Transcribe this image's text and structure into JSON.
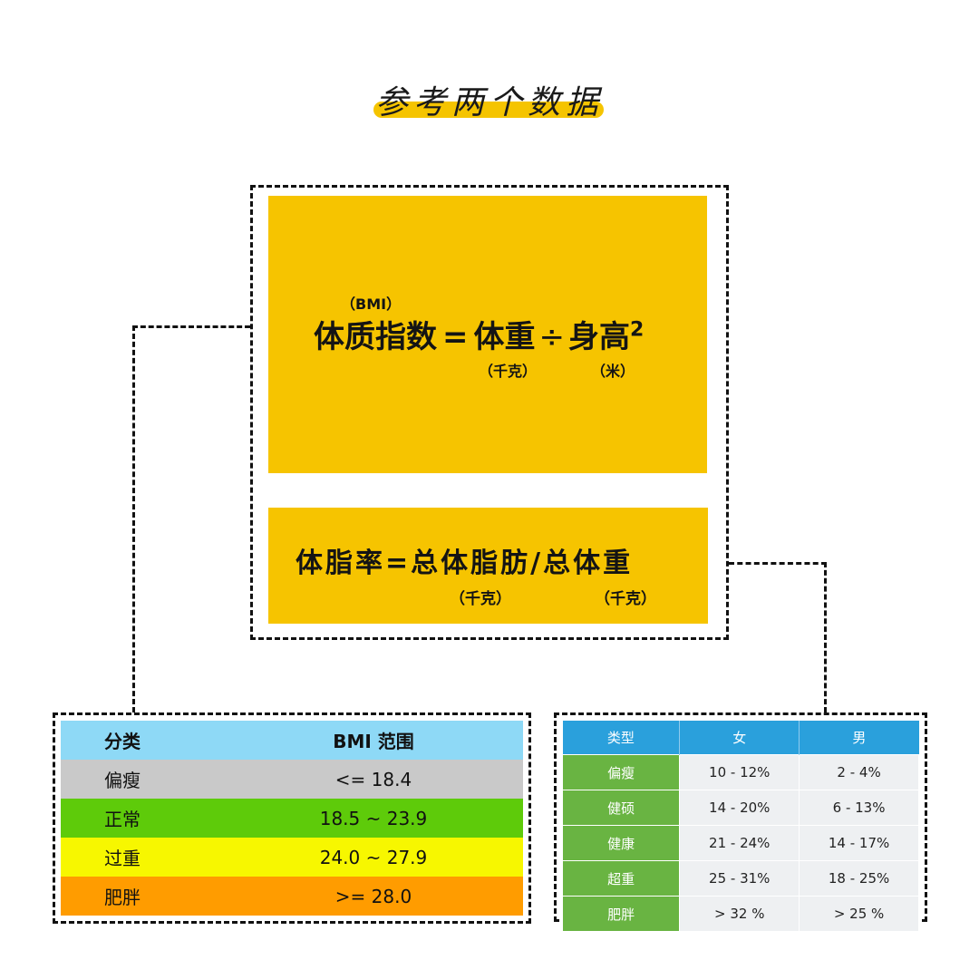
{
  "title": "参考两个数据",
  "bmi_formula": {
    "acronym": "（BMI）",
    "lhs": "体质指数",
    "equals": "=",
    "weight": "体重",
    "divide": "÷",
    "height": "身高",
    "exponent": "2",
    "weight_unit": "（千克）",
    "height_unit": "（米）"
  },
  "fat_formula": {
    "text": "体脂率=总体脂肪/总体重",
    "unit1": "（千克）",
    "unit2": "（千克）"
  },
  "bmi_table": {
    "headers": [
      "分类",
      "BMI 范围"
    ],
    "rows": [
      {
        "category": "偏瘦",
        "range": "<= 18.4",
        "color": "#c9c9c9"
      },
      {
        "category": "正常",
        "range": "18.5 ~ 23.9",
        "color": "#5ecb0a"
      },
      {
        "category": "过重",
        "range": "24.0 ~ 27.9",
        "color": "#f7f700"
      },
      {
        "category": "肥胖",
        "range": ">= 28.0",
        "color": "#ff9c00"
      }
    ],
    "header_color": "#8ed9f6"
  },
  "fat_table": {
    "headers": [
      "类型",
      "女",
      "男"
    ],
    "rows": [
      {
        "type": "偏瘦",
        "female": "10 - 12%",
        "male": "2 - 4%"
      },
      {
        "type": "健硕",
        "female": "14 - 20%",
        "male": "6 - 13%"
      },
      {
        "type": "健康",
        "female": "21 - 24%",
        "male": "14 - 17%"
      },
      {
        "type": "超重",
        "female": "25 - 31%",
        "male": "18 - 25%"
      },
      {
        "type": "肥胖",
        "female": "> 32 %",
        "male": "> 25 %"
      }
    ]
  },
  "colors": {
    "accent": "#f6c400",
    "table_header_blue": "#2aa0dc",
    "row_green": "#69b442"
  }
}
